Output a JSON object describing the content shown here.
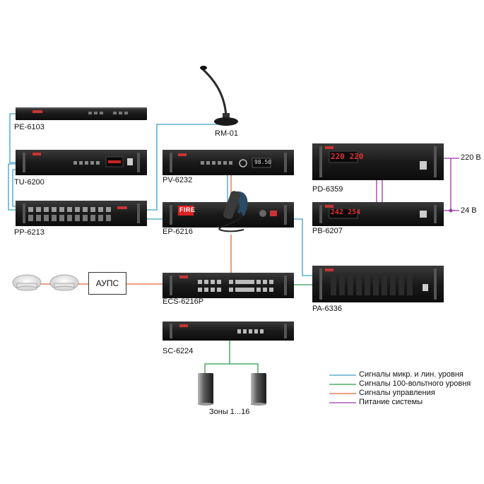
{
  "devices": [
    {
      "id": "pe6103",
      "label": "PE-6103"
    },
    {
      "id": "tu6200",
      "label": "TU-6200"
    },
    {
      "id": "pp6213",
      "label": "PP-6213"
    },
    {
      "id": "rm01",
      "label": "RM-01"
    },
    {
      "id": "pv6232",
      "label": "PV-6232"
    },
    {
      "id": "ep6216",
      "label": "EP-6216"
    },
    {
      "id": "ecs6216p",
      "label": "ECS-6216P"
    },
    {
      "id": "sc6224",
      "label": "SC-6224"
    },
    {
      "id": "pd6359",
      "label": "PD-6359"
    },
    {
      "id": "pb6207",
      "label": "PB-6207"
    },
    {
      "id": "pa6336",
      "label": "PA-6336"
    }
  ],
  "fire_badge": "FIRE",
  "pd_display": "220 220",
  "pb_display": "242 254",
  "pv_display": "98.50",
  "aups": "АУПС",
  "power_220": "220 В",
  "power_24": "24 В",
  "zones": "Зоны 1...16",
  "legend": [
    {
      "label": "Сигналы микр. и лин. уровня",
      "color": "#3aa0c8"
    },
    {
      "label": "Сигналы 100-вольтного уровня",
      "color": "#2e9a4a"
    },
    {
      "label": "Сигналы управления",
      "color": "#e8633a"
    },
    {
      "label": "Питание системы",
      "color": "#9b3aa8"
    }
  ],
  "colors": {
    "line_level": "#3aa0c8",
    "v100": "#2e9a4a",
    "control": "#e8633a",
    "power": "#9b3aa8",
    "rack": "#1c1c1c"
  }
}
